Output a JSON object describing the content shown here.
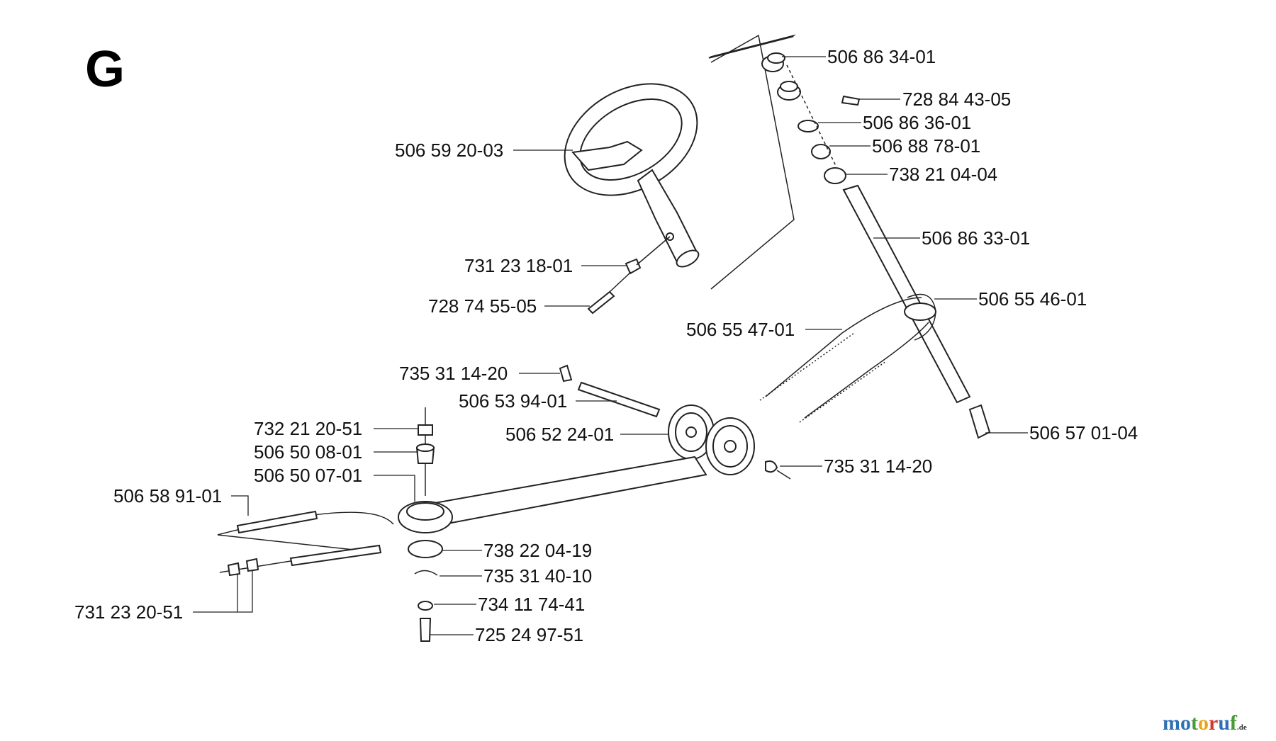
{
  "section_letter": "G",
  "labels": [
    {
      "id": "l1",
      "text": "506 86 34-01"
    },
    {
      "id": "l2",
      "text": "728 84 43-05"
    },
    {
      "id": "l3",
      "text": "506 86 36-01"
    },
    {
      "id": "l4",
      "text": "506 88 78-01"
    },
    {
      "id": "l5",
      "text": "738 21 04-04"
    },
    {
      "id": "l6",
      "text": "506 86 33-01"
    },
    {
      "id": "l7",
      "text": "506 55 46-01"
    },
    {
      "id": "l8",
      "text": "506 55 47-01"
    },
    {
      "id": "l9",
      "text": "506 59 20-03"
    },
    {
      "id": "l10",
      "text": "731 23 18-01"
    },
    {
      "id": "l11",
      "text": "728 74 55-05"
    },
    {
      "id": "l12",
      "text": "735 31 14-20"
    },
    {
      "id": "l13",
      "text": "506 53 94-01"
    },
    {
      "id": "l14",
      "text": "506 52 24-01"
    },
    {
      "id": "l15",
      "text": "506 57 01-04"
    },
    {
      "id": "l16",
      "text": "735 31 14-20"
    },
    {
      "id": "l17",
      "text": "732 21 20-51"
    },
    {
      "id": "l18",
      "text": "506 50 08-01"
    },
    {
      "id": "l19",
      "text": "506 50 07-01"
    },
    {
      "id": "l20",
      "text": "506 58 91-01"
    },
    {
      "id": "l21",
      "text": "738 22 04-19"
    },
    {
      "id": "l22",
      "text": "735 31 40-10"
    },
    {
      "id": "l23",
      "text": "734 11 74-41"
    },
    {
      "id": "l24",
      "text": "725 24 97-51"
    },
    {
      "id": "l25",
      "text": "731 23 20-51"
    }
  ],
  "watermark": {
    "letters": [
      "m",
      "o",
      "t",
      "o",
      "r",
      "u",
      "f"
    ],
    "letter_colors": [
      "#2e6fb5",
      "#2e6fb5",
      "#4a9a3a",
      "#e8a417",
      "#d4382c",
      "#2e6fb5",
      "#4a9a3a"
    ],
    "suffix": ".de"
  }
}
